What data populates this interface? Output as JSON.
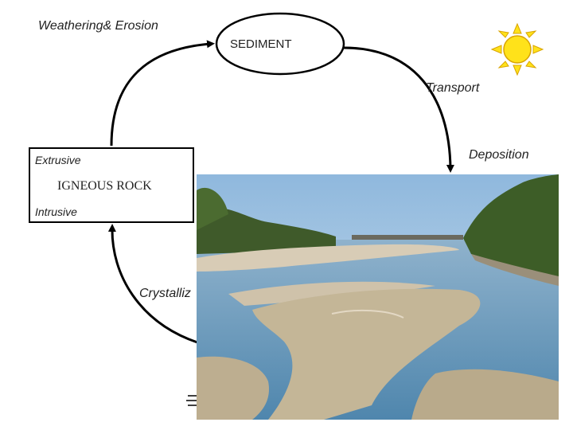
{
  "labels": {
    "weathering": "Weathering& Erosion",
    "sediment": "SEDIMENT",
    "transport": "Transport",
    "deposition": "Deposition",
    "extrusive": "Extrusive",
    "igneous": "IGNEOUS ROCK",
    "intrusive": "Intrusive",
    "crystallization": "Crystalliz"
  },
  "icons": {
    "sun": "sun-icon",
    "photo": "river-sandbar-photo"
  },
  "colors": {
    "sun_fill": "#ffe21a",
    "sun_stroke": "#d9a400",
    "sky": "#a9cbe6",
    "water": "#6e9fc1",
    "sand": "#c8bba3",
    "trees": "#3f5a2a"
  }
}
